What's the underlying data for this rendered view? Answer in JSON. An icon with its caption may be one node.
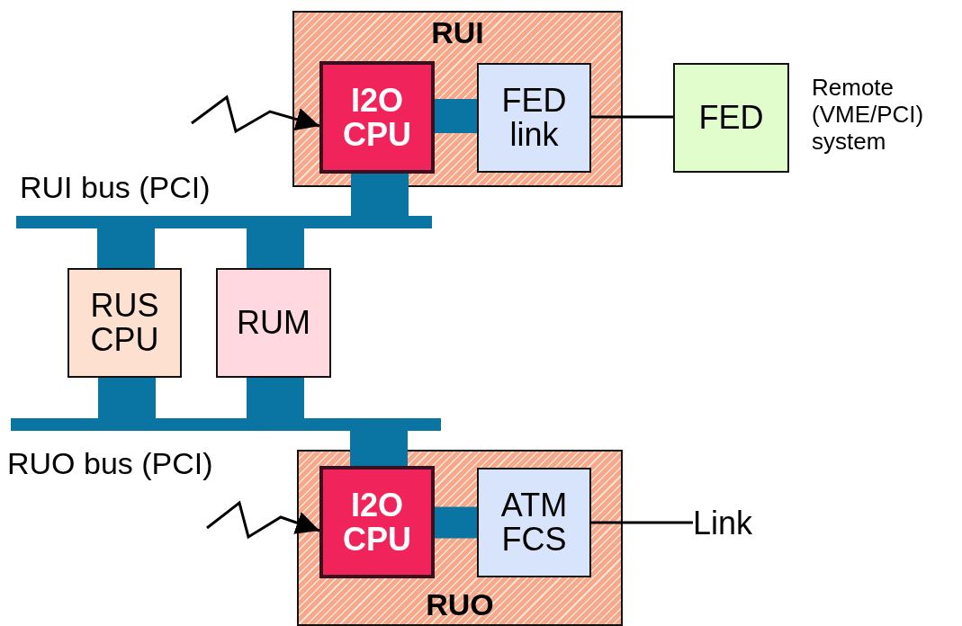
{
  "diagram": {
    "nodes": [
      {
        "text": [
          "RUI"
        ]
      },
      {
        "text": [
          "I2O CPU"
        ],
        "in": 0
      },
      {
        "text": [
          "FED link"
        ],
        "in": 0
      },
      {
        "text": [
          "FED"
        ],
        "beside": [
          "Remote (VME/PCI) system"
        ]
      },
      {
        "text": [
          "RUI bus (PCI)"
        ]
      },
      {
        "text": [
          "RUS CPU"
        ]
      },
      {
        "text": [
          "RUM"
        ]
      },
      {
        "text": [
          "RUO bus (PCI)"
        ]
      },
      {
        "text": [
          "RUO"
        ]
      },
      {
        "text": [
          "I2O CPU"
        ],
        "in": 8
      },
      {
        "text": [
          "ATM FCS"
        ],
        "in": 8
      },
      {
        "text": [
          "Link"
        ]
      }
    ],
    "edges": [
      {
        "from": 1,
        "to": 2,
        "arrow": "none"
      },
      {
        "from": 1,
        "to": 4,
        "arrow": "none"
      },
      {
        "from": 4,
        "to": 5,
        "arrow": "none"
      },
      {
        "from": 4,
        "to": 6,
        "arrow": "none"
      },
      {
        "from": 5,
        "to": 7,
        "arrow": "none"
      },
      {
        "from": 6,
        "to": 7,
        "arrow": "none"
      },
      {
        "from": 7,
        "to": 9,
        "arrow": "none"
      },
      {
        "from": 9,
        "to": 10,
        "arrow": "none"
      },
      {
        "from": 2,
        "to": 3,
        "arrow": "none",
        "color": "#000000"
      },
      {
        "from": 10,
        "to": 11,
        "arrow": "none",
        "color": "#000000"
      },
      {
        "from": null,
        "to": 1,
        "arrow": "to",
        "color": "#000000"
      },
      {
        "from": null,
        "to": 9,
        "arrow": "to",
        "color": "#000000"
      }
    ]
  }
}
